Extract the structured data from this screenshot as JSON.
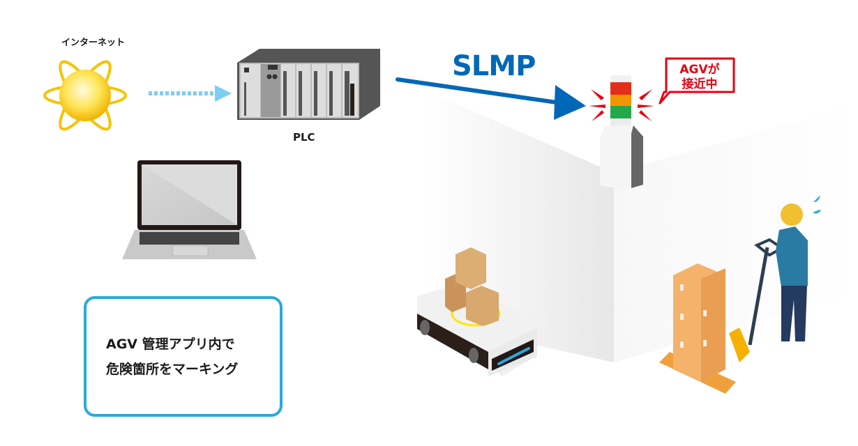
{
  "title": "AGV danger-zone alert system diagram",
  "labels": {
    "internet": "インターネット",
    "plc": "PLC",
    "protocol": "SLMP",
    "alert_bubble_line1": "AGVが",
    "alert_bubble_line2": "接近中",
    "note_line1": "AGV 管理アプリ内で",
    "note_line2": "危険箇所をマーキング"
  },
  "colors": {
    "protocol_arrow": "#0068b7",
    "dotted_arrow": "#7ecef4",
    "alert_red": "#e60012",
    "note_border": "#29a9e0",
    "globe_yellow": "#f5c400",
    "agv_ring": "#ffe600"
  },
  "icons": {
    "internet": "globe-orbit-icon",
    "plc": "plc-rack-icon",
    "pc": "laptop-icon",
    "signal_tower": "signal-tower-icon",
    "agv": "agv-robot-icon",
    "worker": "worker-with-pallet-jack-icon"
  }
}
